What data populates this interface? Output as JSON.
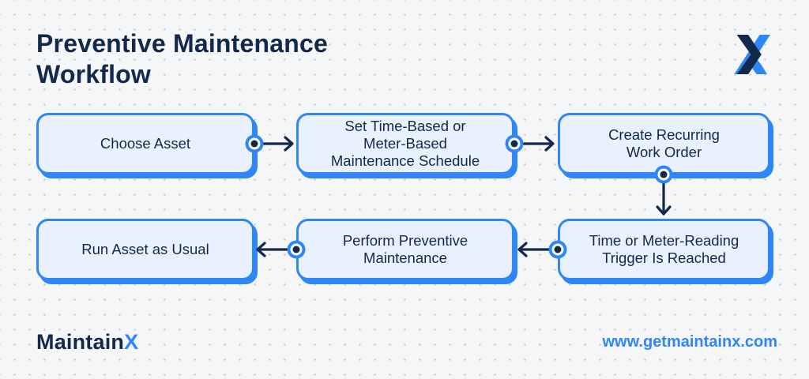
{
  "header": {
    "title": "Preventive Maintenance Workflow"
  },
  "flowchart": {
    "nodes": [
      {
        "id": "choose-asset",
        "label": [
          "Choose Asset"
        ]
      },
      {
        "id": "set-schedule",
        "label": [
          "Set Time-Based or",
          "Meter-Based",
          "Maintenance Schedule"
        ]
      },
      {
        "id": "create-work-order",
        "label": [
          "Create Recurring",
          "Work Order"
        ]
      },
      {
        "id": "trigger-reached",
        "label": [
          "Time or Meter-Reading",
          "Trigger Is Reached"
        ]
      },
      {
        "id": "perform-maintenance",
        "label": [
          "Perform Preventive",
          "Maintenance"
        ]
      },
      {
        "id": "run-asset",
        "label": [
          "Run Asset as Usual"
        ]
      }
    ],
    "connections": [
      {
        "from": "choose-asset",
        "to": "set-schedule"
      },
      {
        "from": "set-schedule",
        "to": "create-work-order"
      },
      {
        "from": "create-work-order",
        "to": "trigger-reached"
      },
      {
        "from": "trigger-reached",
        "to": "perform-maintenance"
      },
      {
        "from": "perform-maintenance",
        "to": "run-asset"
      }
    ]
  },
  "footer": {
    "brand": "Maintain",
    "brand_suffix": "X",
    "website": "www.getmaintainx.com"
  },
  "colors": {
    "accent_blue": "#2E86F7",
    "navy": "#13294B",
    "node_fill": "#E8F1FD",
    "background": "#F5F6F8",
    "grid_dot": "#C8CDD7"
  }
}
